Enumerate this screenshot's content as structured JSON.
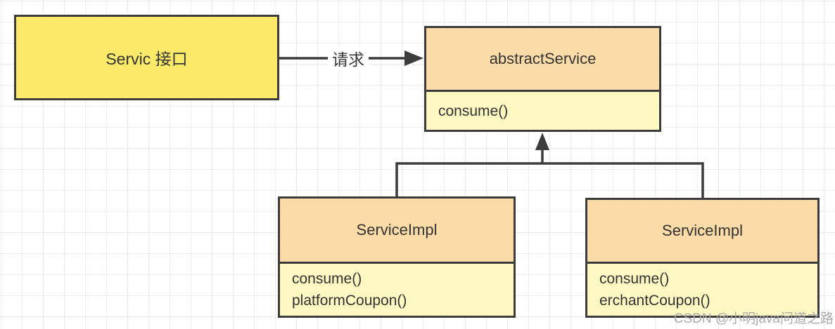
{
  "diagram": {
    "interface_box": {
      "label": "Servic 接口"
    },
    "request_arrow": {
      "label": "请求"
    },
    "abstract_service": {
      "title": "abstractService",
      "methods": [
        "consume()"
      ]
    },
    "impl_left": {
      "title": "ServiceImpl",
      "methods": [
        "consume()",
        "platformCoupon()"
      ]
    },
    "impl_right": {
      "title": "ServiceImpl",
      "methods": [
        "consume()",
        "erchantCoupon()"
      ]
    },
    "watermark": "CSDN @小明java问道之路",
    "colors": {
      "interface_fill": "#FBE96A",
      "class_header_fill": "#FBDCA8",
      "class_body_fill": "#FDF7C2",
      "border": "#3C3C3C",
      "grid_line": "#EDEDED",
      "text": "#333333",
      "watermark": "#A8A8A8"
    }
  }
}
